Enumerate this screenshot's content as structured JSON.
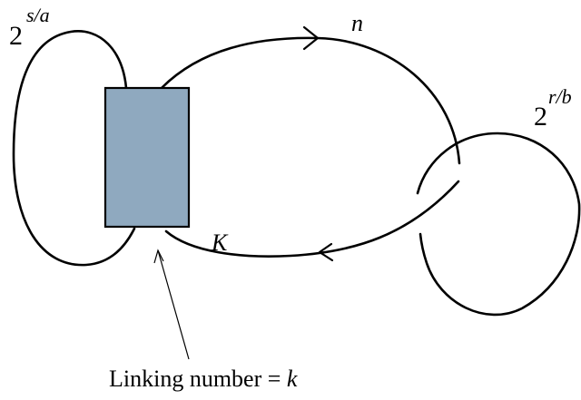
{
  "labels": {
    "left_base": "2",
    "left_exponent": "s/a",
    "right_base": "2",
    "right_exponent": "r/b",
    "top_strand": "n",
    "bottom_strand": "K",
    "caption_prefix": "Linking number = ",
    "caption_variable": "k"
  },
  "colors": {
    "box_fill": "#8fa9bf",
    "box_stroke": "#000000",
    "line": "#000000",
    "background": "#ffffff"
  }
}
